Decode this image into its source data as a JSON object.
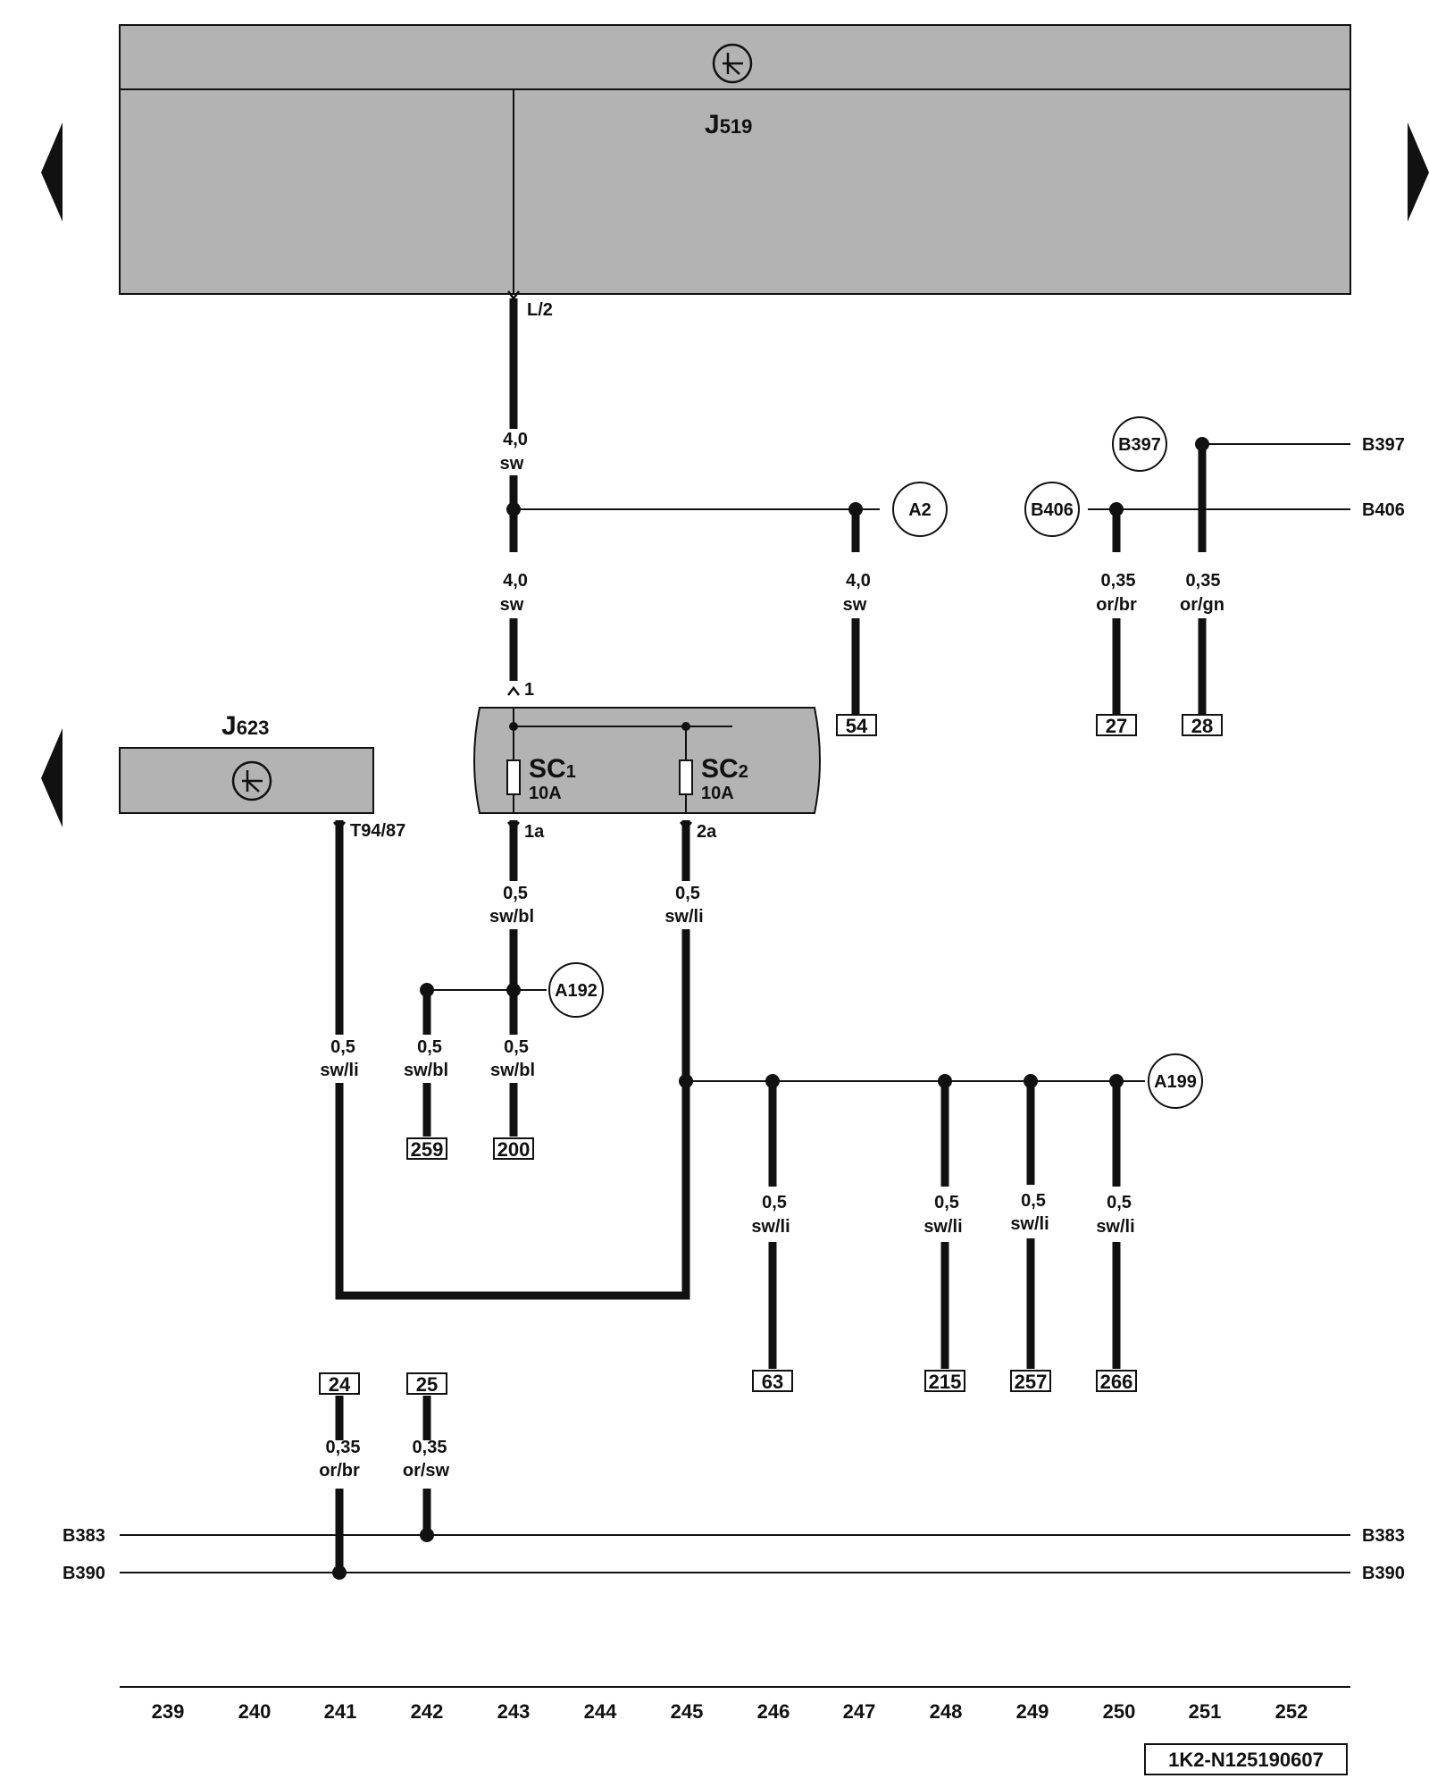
{
  "units": {
    "j519": {
      "name": "J",
      "sub": "519",
      "pin": "L/2"
    },
    "j623": {
      "name": "J",
      "sub": "623",
      "pin": "T94/87"
    },
    "fuse_box": {
      "pin_in": "1",
      "fuses": [
        {
          "name": "SC",
          "sub": "1",
          "rating": "10A",
          "pin_out": "1a"
        },
        {
          "name": "SC",
          "sub": "2",
          "rating": "10A",
          "pin_out": "2a"
        }
      ]
    }
  },
  "wires": [
    {
      "id": "w-j519-a",
      "size": "4,0",
      "color": "sw"
    },
    {
      "id": "w-j519-b",
      "size": "4,0",
      "color": "sw"
    },
    {
      "id": "w-54",
      "size": "4,0",
      "color": "sw"
    },
    {
      "id": "w-27",
      "size": "0,35",
      "color": "or/br"
    },
    {
      "id": "w-28",
      "size": "0,35",
      "color": "or/gn"
    },
    {
      "id": "w-1a",
      "size": "0,5",
      "color": "sw/bl"
    },
    {
      "id": "w-2a",
      "size": "0,5",
      "color": "sw/li"
    },
    {
      "id": "w-j623",
      "size": "0,5",
      "color": "sw/li"
    },
    {
      "id": "w-259",
      "size": "0,5",
      "color": "sw/bl"
    },
    {
      "id": "w-200",
      "size": "0,5",
      "color": "sw/bl"
    },
    {
      "id": "w-63",
      "size": "0,5",
      "color": "sw/li"
    },
    {
      "id": "w-215",
      "size": "0,5",
      "color": "sw/li"
    },
    {
      "id": "w-257",
      "size": "0,5",
      "color": "sw/li"
    },
    {
      "id": "w-266",
      "size": "0,5",
      "color": "sw/li"
    },
    {
      "id": "w-24",
      "size": "0,35",
      "color": "or/br"
    },
    {
      "id": "w-25",
      "size": "0,35",
      "color": "or/sw"
    }
  ],
  "connectors": [
    "A2",
    "B397",
    "B406",
    "A192",
    "A199"
  ],
  "bus_lines": [
    "B397",
    "B406",
    "B383",
    "B390"
  ],
  "refs": [
    "54",
    "27",
    "28",
    "259",
    "200",
    "63",
    "215",
    "257",
    "266",
    "24",
    "25"
  ],
  "scale": [
    "239",
    "240",
    "241",
    "242",
    "243",
    "244",
    "245",
    "246",
    "247",
    "248",
    "249",
    "250",
    "251",
    "252"
  ],
  "doc_id": "1K2-N125190607",
  "colors": {
    "unit_fill": "#b3b3b3",
    "line": "#111111"
  }
}
